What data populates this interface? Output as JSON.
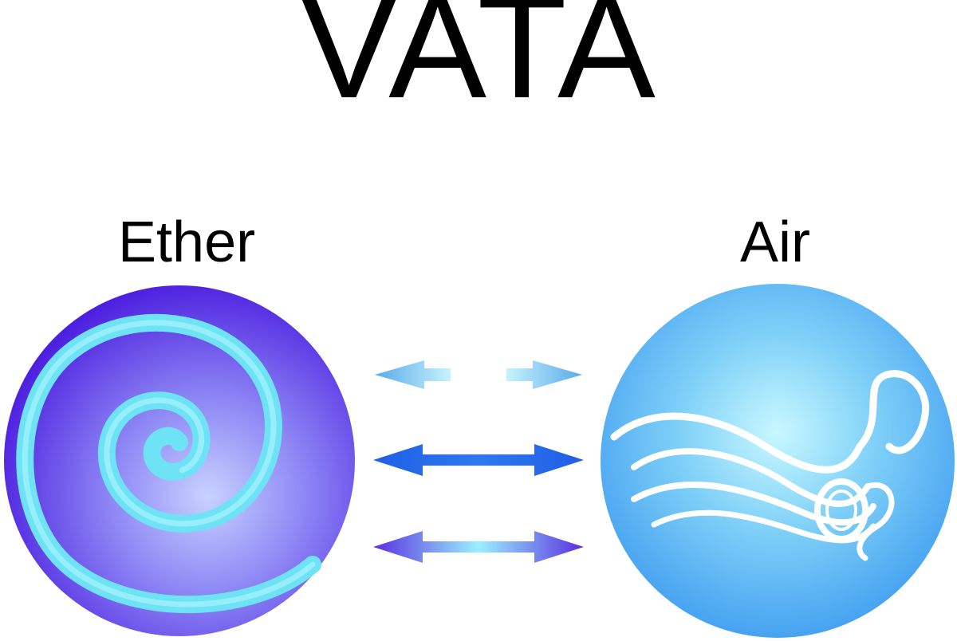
{
  "title": "VATA",
  "elements": [
    {
      "label": "Ether",
      "icon": "spiral-icon",
      "color": "#5a2fe8"
    },
    {
      "label": "Air",
      "icon": "wind-icon",
      "color": "#4aaaf0"
    }
  ],
  "connectors": [
    {
      "icon": "double-arrow-icon",
      "style": "dashed",
      "color": "#66bdf0"
    },
    {
      "icon": "double-arrow-icon",
      "style": "solid",
      "color": "#1f63e8"
    },
    {
      "icon": "double-arrow-icon",
      "style": "gradient",
      "color": "#5b34e0"
    }
  ]
}
